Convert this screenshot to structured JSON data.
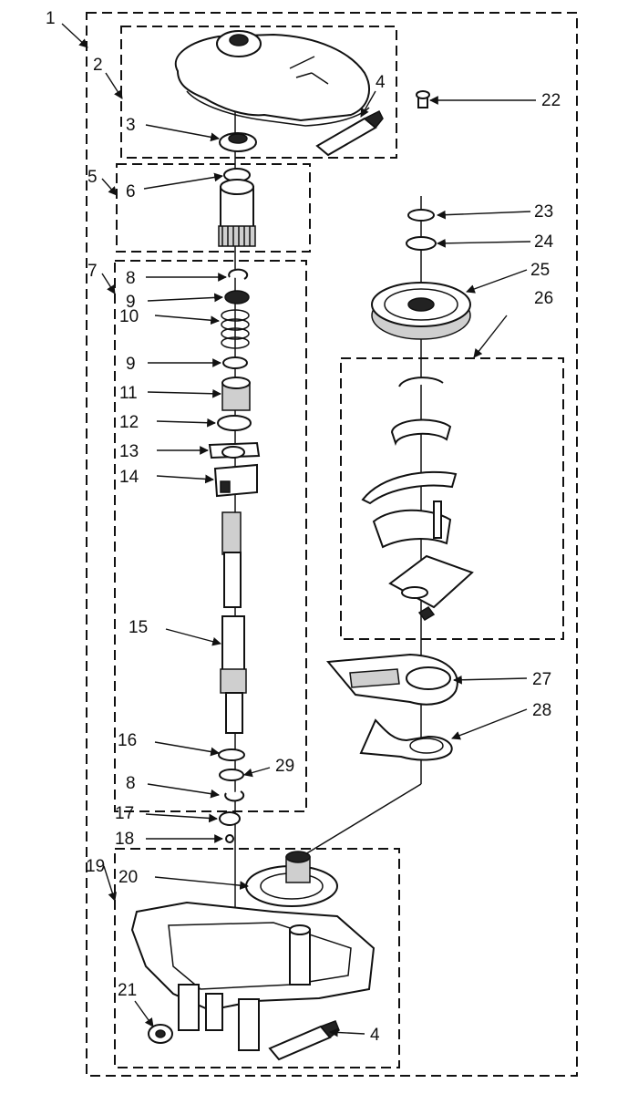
{
  "labels": {
    "l1": "1",
    "l2": "2",
    "l3": "3",
    "l4a": "4",
    "l4b": "4",
    "l5": "5",
    "l6": "6",
    "l7": "7",
    "l8a": "8",
    "l8b": "8",
    "l9a": "9",
    "l9b": "9",
    "l10": "10",
    "l11": "11",
    "l12": "12",
    "l13": "13",
    "l14": "14",
    "l15": "15",
    "l16": "16",
    "l17": "17",
    "l18": "18",
    "l19": "19",
    "l20": "20",
    "l21": "21",
    "l22": "22",
    "l23": "23",
    "l24": "24",
    "l25": "25",
    "l26": "26",
    "l27": "27",
    "l28": "28",
    "l29": "29"
  }
}
